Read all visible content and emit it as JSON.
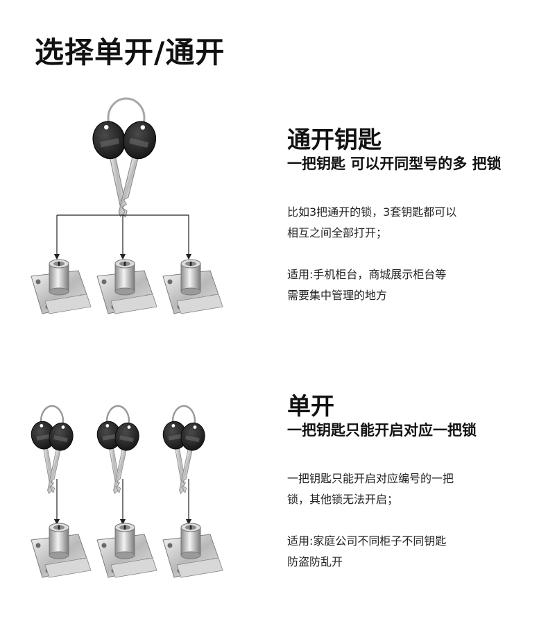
{
  "page_title": "选择单开/通开",
  "common": {
    "title": "通开钥匙",
    "subtitle": "一把钥匙 可以开同型号的多 把锁",
    "desc_lines": [
      "比如3把通开的锁，3套钥匙都可以",
      "相互之间全部打开；"
    ],
    "usage_lines": [
      "适用:手机柜台，商城展示柜台等",
      "需要集中管理的地方"
    ]
  },
  "single": {
    "title": "单开",
    "subtitle": "一把钥匙只能开启对应一把锁",
    "desc_lines": [
      "一把钥匙只能开启对应编号的一把",
      "锁，其他锁无法开启；"
    ],
    "usage_lines": [
      "适用:家庭公司不同柜子不同钥匙",
      "防盗防乱开"
    ]
  },
  "colors": {
    "text": "#111111",
    "key_head": "#2a2a2a",
    "metal": "#c9c9c9"
  }
}
